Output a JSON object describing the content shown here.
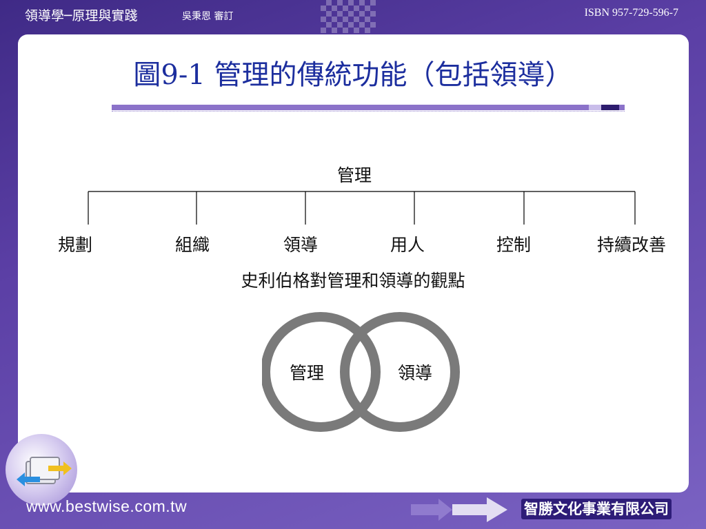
{
  "header": {
    "book_title": "領導學─原理與實踐",
    "author": "吳秉恩 審訂",
    "isbn": "ISBN 957-729-596-7"
  },
  "slide": {
    "title": "圖9-1 管理的傳統功能（包括領導）"
  },
  "diagram": {
    "root": "管理",
    "children": [
      "規劃",
      "組織",
      "領導",
      "用人",
      "控制",
      "持續改善"
    ],
    "caption": "史利伯格對管理和領導的觀點",
    "venn": [
      "管理",
      "領導"
    ]
  },
  "footer": {
    "website": "www.bestwise.com.tw",
    "company": "智勝文化事業有限公司"
  },
  "colors": {
    "title": "#1c2e9e",
    "accent": "#6a4fb2",
    "venn_ring": "#7a7a7a"
  }
}
